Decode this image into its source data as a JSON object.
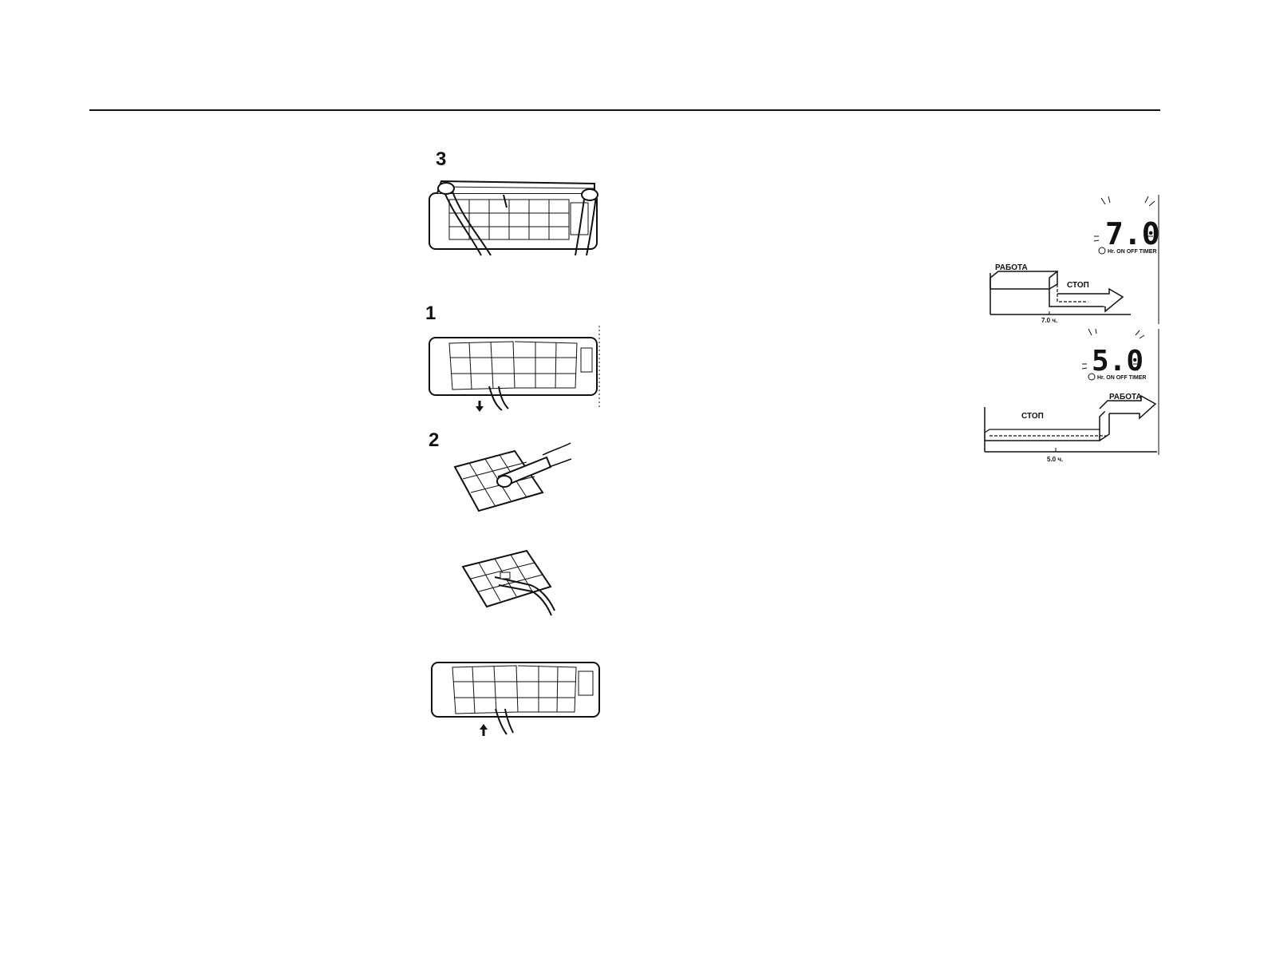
{
  "steps": {
    "step3": "3",
    "step1": "1",
    "step2": "2"
  },
  "timer_off": {
    "display_value": "7.0",
    "indicator_text": "Hr. ON OFF TIMER",
    "run_label": "РАБОТА",
    "stop_label": "СТОП",
    "duration_label": "7.0 ч."
  },
  "timer_on": {
    "display_value": "5.0",
    "indicator_text": "Hr. ON OFF TIMER",
    "stop_label": "СТОП",
    "run_label": "РАБОТА",
    "duration_label": "5.0 ч."
  }
}
